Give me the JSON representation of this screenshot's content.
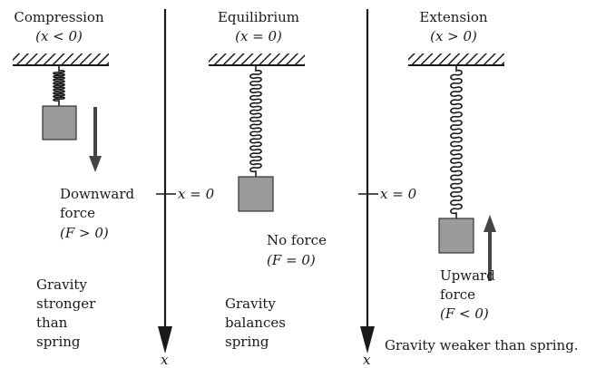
{
  "panels": {
    "compression": {
      "title": "Compression",
      "condition": "(x < 0)",
      "force_line1": "Downward",
      "force_line2": "force",
      "force_line3": "(F > 0)",
      "gravity_line1": "Gravity",
      "gravity_line2": "stronger",
      "gravity_line3": "than",
      "gravity_line4": "spring"
    },
    "equilibrium": {
      "title": "Equilibrium",
      "condition": "(x = 0)",
      "force_line1": "No force",
      "force_line2": "(F = 0)",
      "gravity_line1": "Gravity",
      "gravity_line2": "balances",
      "gravity_line3": "spring"
    },
    "extension": {
      "title": "Extension",
      "condition": "(x > 0)",
      "force_line1": "Upward",
      "force_line2": "force",
      "force_line3": "(F < 0)",
      "gravity_text": "Gravity weaker than spring."
    }
  },
  "axes": {
    "left": {
      "zero_label": "x = 0",
      "axis_label": "x"
    },
    "right": {
      "zero_label": "x = 0",
      "axis_label": "x"
    }
  },
  "colors": {
    "ink": "#1a1a1a",
    "mass_fill": "#9a9a9a",
    "mass_stroke": "#333333",
    "arrow": "#444444"
  }
}
